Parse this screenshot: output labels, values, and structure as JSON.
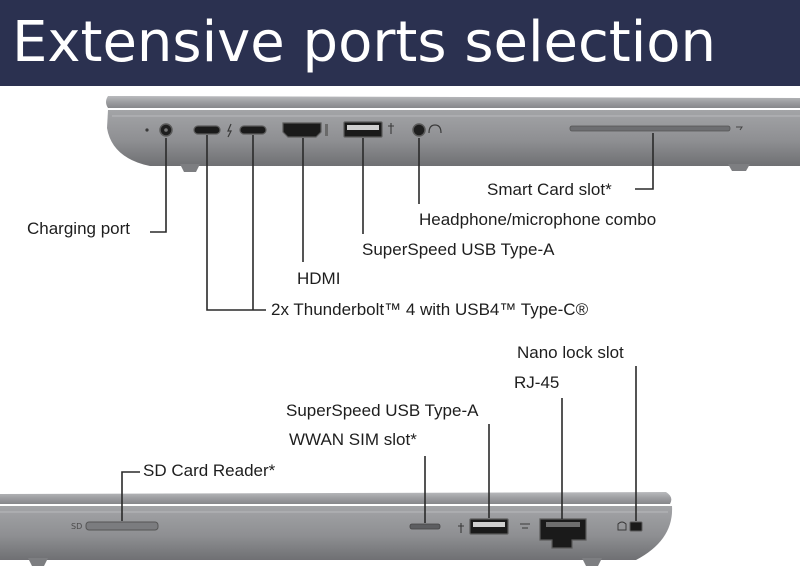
{
  "banner": {
    "title": "Extensive ports selection"
  },
  "left_side": {
    "callouts": [
      {
        "id": "smart-card",
        "label": "Smart Card slot*"
      },
      {
        "id": "headphone",
        "label": "Headphone/microphone combo"
      },
      {
        "id": "usb-a-left",
        "label": "SuperSpeed USB Type-A"
      },
      {
        "id": "hdmi",
        "label": "HDMI"
      },
      {
        "id": "charging",
        "label": "Charging port"
      },
      {
        "id": "thunderbolt",
        "label": "2x Thunderbolt™ 4 with USB4™ Type-C®"
      }
    ]
  },
  "right_side": {
    "callouts": [
      {
        "id": "nano-lock",
        "label": "Nano lock slot"
      },
      {
        "id": "rj45",
        "label": "RJ-45"
      },
      {
        "id": "usb-a-right",
        "label": "SuperSpeed USB Type-A"
      },
      {
        "id": "wwan-sim",
        "label": "WWAN SIM slot*"
      },
      {
        "id": "sd-card",
        "label": "SD Card Reader*"
      }
    ]
  },
  "colors": {
    "banner_bg": "#2b3150",
    "banner_text": "#ffffff",
    "chassis": "#8f9093",
    "port_dark": "#1a1a1a"
  }
}
